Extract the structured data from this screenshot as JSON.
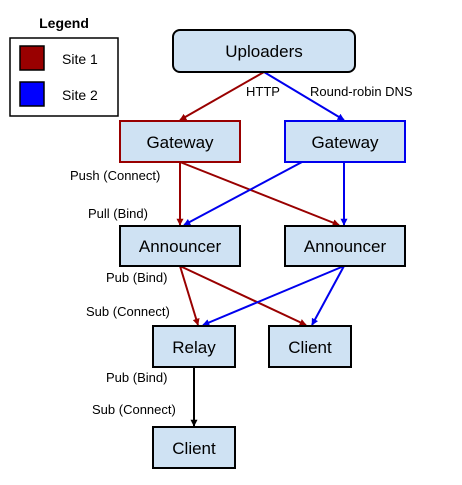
{
  "colors": {
    "site1": "#990000",
    "site2": "#0000ee",
    "single": "#000000",
    "node_fill": "#cfe2f3"
  },
  "legend": {
    "title": "Legend",
    "items": [
      {
        "label": "Site 1",
        "color": "#990000"
      },
      {
        "label": "Site 2",
        "color": "#0000ff"
      }
    ]
  },
  "nodes": {
    "uploaders": "Uploaders",
    "gateway_1": "Gateway",
    "gateway_2": "Gateway",
    "announcer_1": "Announcer",
    "announcer_2": "Announcer",
    "relay": "Relay",
    "client_1": "Client",
    "client_2": "Client"
  },
  "edge_labels": {
    "http": "HTTP",
    "dns": "Round-robin DNS",
    "push_connect": "Push (Connect)",
    "pull_bind": "Pull (Bind)",
    "pub_bind_1": "Pub (Bind)",
    "sub_connect_1": "Sub (Connect)",
    "pub_bind_2": "Pub (Bind)",
    "sub_connect_2": "Sub (Connect)"
  }
}
